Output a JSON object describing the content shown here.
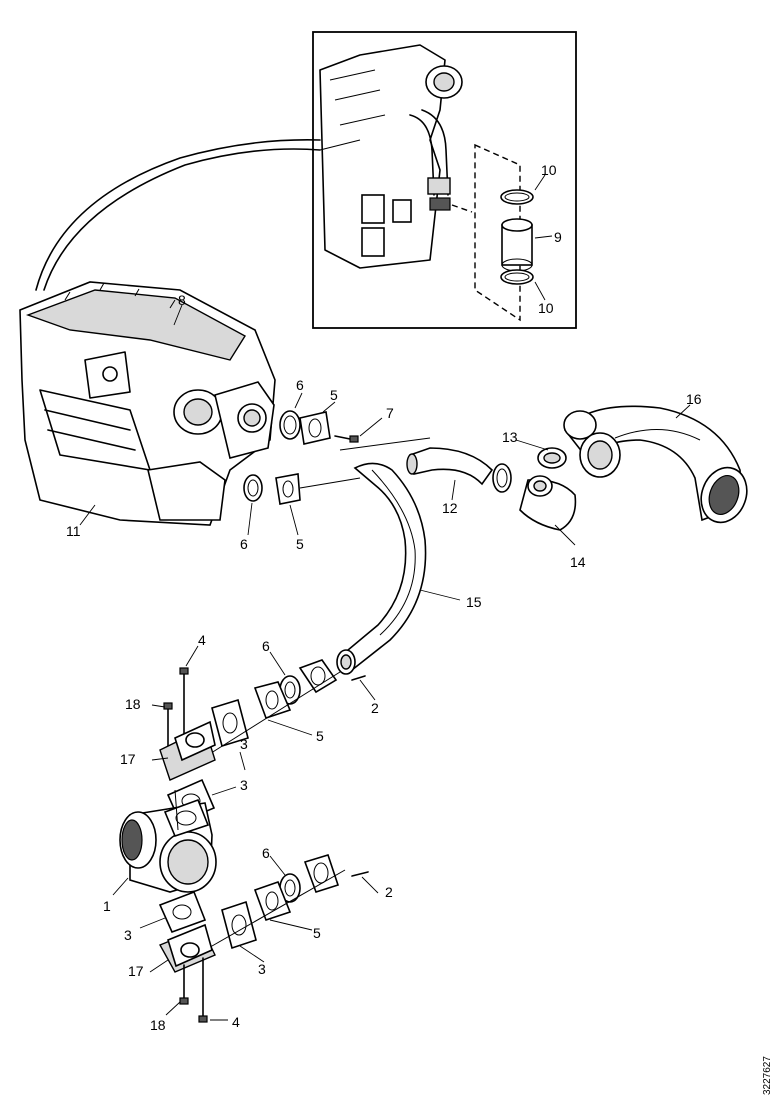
{
  "callouts": {
    "c1": "1",
    "c2a": "2",
    "c2b": "2",
    "c3a": "3",
    "c3b": "3",
    "c3c": "3",
    "c3d": "3",
    "c4a": "4",
    "c4b": "4",
    "c5a": "5",
    "c5b": "5",
    "c5c": "5",
    "c5d": "5",
    "c6a": "6",
    "c6b": "6",
    "c6c": "6",
    "c6d": "6",
    "c7": "7",
    "c8": "8",
    "c9": "9",
    "c10a": "10",
    "c10b": "10",
    "c11": "11",
    "c12": "12",
    "c13": "13",
    "c14": "14",
    "c15": "15",
    "c16": "16",
    "c17a": "17",
    "c17b": "17",
    "c18a": "18",
    "c18b": "18"
  },
  "reference_number": "3227627"
}
